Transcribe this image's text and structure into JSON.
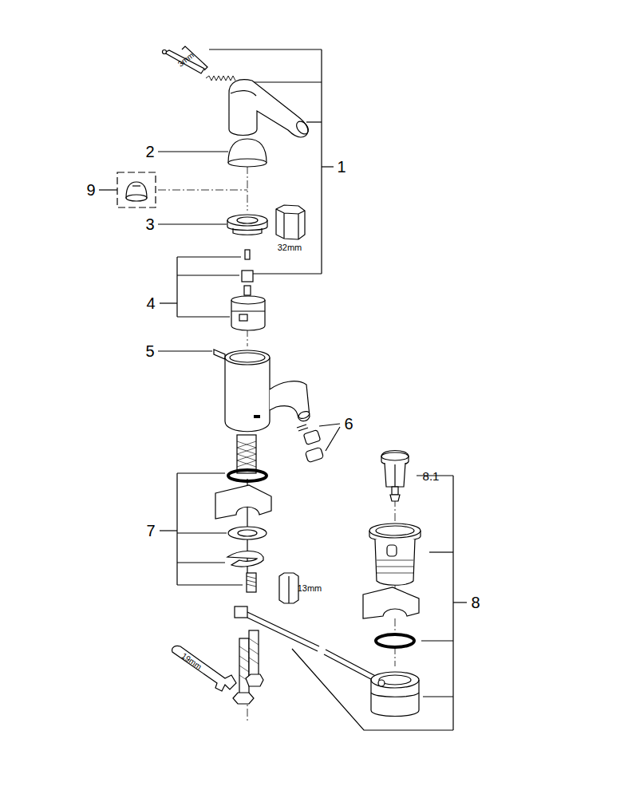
{
  "diagram": {
    "labels": [
      "3mm",
      "1",
      "2",
      "9",
      "3",
      "32mm",
      "4",
      "5",
      "6",
      "8.1",
      "7",
      "13mm",
      "8",
      "19mm"
    ]
  }
}
